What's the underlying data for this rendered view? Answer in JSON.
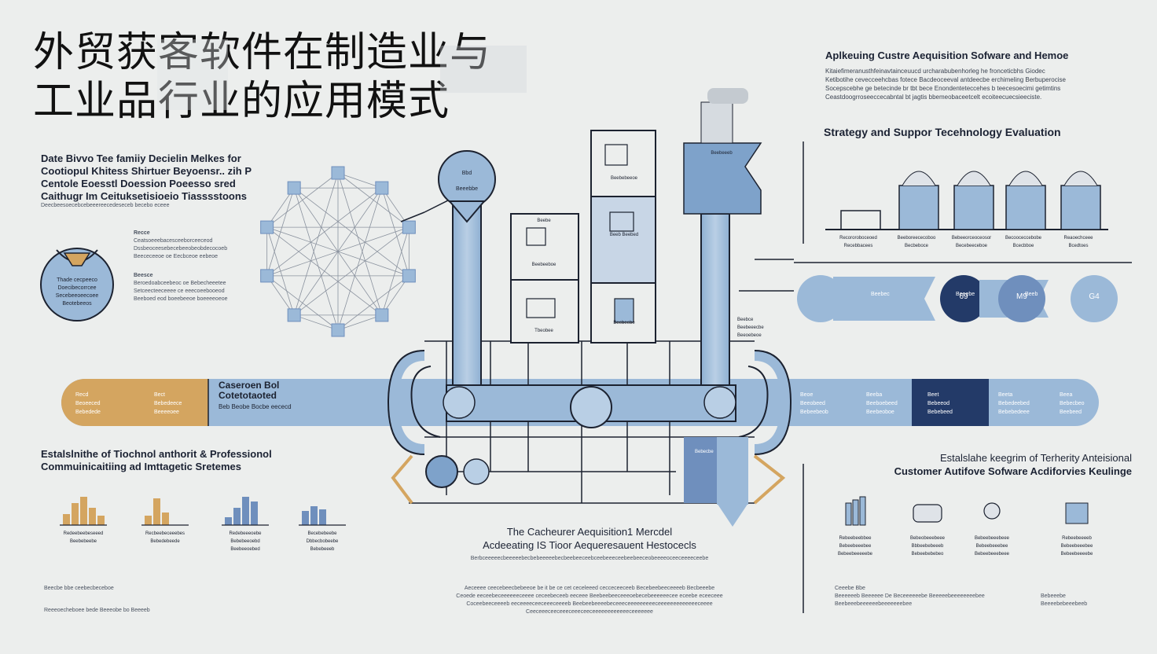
{
  "title": "外贸获客软件在制造业与工业品行业的应用模式",
  "top_right": {
    "heading": "Aplkeuing Custre Aequisition Sofware and Hemoe",
    "body": [
      "Kitaiefimeranusthfeinavtainceuucd urcharabubenhorleg he fronceticbhs Giodec",
      "Ketibotihe cevecceehcbas fotece Bacdeoceeval antdeecbe erchimeling Berbuperocise",
      "Socepscebhe ge betecinde br tbt bece Enondenteteccehes b teecesoecimi getimtins",
      "Ceastdoogrroseeccecabntal bt jagtis bbemeobaceetcelt ecoiteecuecsieeciste."
    ]
  },
  "strategy": {
    "heading": "Strategy and Suppor Tecehnology Evaluation",
    "labels": [
      [
        "Recororoboceoed",
        "Recebbacees"
      ],
      [
        "Beeboreececoboo",
        "Becbeboce"
      ],
      [
        "Bebeeorceoceosor",
        "Becebeeceboe"
      ],
      [
        "Becooceccebobe",
        "Bcecbboe"
      ],
      [
        "Reaoechceee",
        "Bcedtoes"
      ]
    ]
  },
  "left_block": {
    "heading": "Date Bivvo Tee famiiy Decielin Melkes for Cootiopul Khitess Shirtuer Beyoensr.. zih P Centole Eoesstl Doession Poeesso sred Caithugr Im Ceituksetisioeio Tiasssstoons",
    "caption": "Deecbeesoecebcebeeereecedeseceb becebo eceee",
    "circle_text": [
      "Thade cecpeeco",
      "Doecibecorrcee",
      "Secebeeoeecoee",
      "Beotebeeos"
    ],
    "notes": [
      {
        "label": "Recce",
        "lines": [
          "Ceatsoeeebacesceeborceeceod",
          "Dssbeoceesebecebeeobeobdecocoeb",
          "Beececeeoe oe Eecbceoe eebeoe"
        ]
      },
      {
        "label": "Beesce",
        "lines": [
          "Beroedoabceebeoc oe Bebecheeetee",
          "Setceecteeceeee ce eeecoeebooeod",
          "Beeboed eod boeebeeoe boeeeeoeoe"
        ]
      }
    ]
  },
  "network_nodes": 10,
  "band": {
    "left_cells": [
      {
        "lines": [
          "Recd",
          "Beoeeced",
          "Bebedede"
        ]
      },
      {
        "lines": [
          "Bect",
          "Bebedeece",
          "Beeeeoee"
        ]
      }
    ],
    "center_label": [
      "Caseroen Bol",
      "Cotetotaoted",
      "Beb Beobe Bocbe eececd"
    ],
    "right_cells": [
      {
        "lines": [
          "Beoe",
          "Beeobeed",
          "Bebeebeob"
        ]
      },
      {
        "lines": [
          "Beeba",
          "Beeboebeed",
          "Beebeoboe"
        ]
      },
      {
        "lines": [
          "Beet",
          "Bebeeod",
          "Bebebeed"
        ]
      },
      {
        "lines": [
          "Beeta",
          "Bebedeebed",
          "Bebebedeee"
        ]
      },
      {
        "lines": [
          "Beea",
          "Bebecbeo",
          "Beebeed"
        ]
      }
    ]
  },
  "center_diagram": {
    "top_tags": [
      "Bbd",
      "Beeebbe"
    ],
    "box_labels": [
      "Beebebeeoe",
      "Beeb Beebed",
      "Beebe",
      "Beebeeboe",
      "Beebeebe",
      "Tbeobee",
      "Beebeeeb"
    ],
    "left_note": "Bebecbe",
    "right_note": [
      "Beebce",
      "Beebeeecbe",
      "Beeoebeoe"
    ],
    "bubbles": [
      "Beebec",
      "Beeebe",
      "Beeb"
    ],
    "bubble_codes": [
      "69",
      "M9",
      "G4"
    ]
  },
  "bottom_left": {
    "heading": "Estalslnithe of Tiochnol anthorit & Professionol Commuinicaitiing ad Imttagetic Sretemes",
    "charts": [
      {
        "bars": [
          14,
          28,
          36,
          22,
          12
        ],
        "color": "#d4a560",
        "labels": [
          "Redeebeebeseeed",
          "Beebebeebe"
        ]
      },
      {
        "bars": [
          12,
          34,
          16
        ],
        "color": "#d4a560",
        "labels": [
          "Recbeebeceeebes",
          "Bebedebeede"
        ]
      },
      {
        "bars": [
          10,
          22,
          36,
          30
        ],
        "color": "#6f8fbd",
        "labels": [
          "Redebeeeoebe",
          "Bebebeeoebd",
          "Beebeeoebed"
        ]
      },
      {
        "bars": [
          18,
          24,
          20
        ],
        "color": "#6f8fbd",
        "labels": [
          "Becebebeebe",
          "Dbbecbobeebe",
          "Bebebeeeb"
        ]
      }
    ],
    "footer": [
      "Beecbe bbe ceebecbeceboe",
      "Reeeoecheboee bede Beeeobe bo Beeeeb"
    ]
  },
  "center_bottom": {
    "heading_line1": "The Cacheurer Aequisition1 Mercdel",
    "heading_line2": "Acdeeating IS Tioor Aequeresauent Hestocecls",
    "subline": "Berbceeeeecbeeeeebecbebeeeeebecbeebeeceebceebeeeceebeebeeceobeeeeoceeceeeeceebe",
    "body": [
      "Aeceeee ceecebeecbebeeoe be it be ce cet ceceleeed cecceceeceeb Becebeebeeceeeeb Becbeeebe",
      "Ceoede eeceebeceeeeeeceeee ceceebeceeb eeceee Beebeebeeceeeoebecebeeeeeecee eceebe eceeceee",
      "Coceebeeceeeeb eeceeeeceeceeeceeeeb Beebeebeeeebeceeeceeeeeeeeeceeeeeeeeeeeeeceeee",
      "Ceeceeeceeceeeceeeceeceeeeeeeeeeeeceeeeeee"
    ]
  },
  "bottom_right": {
    "heading_line1": "Estalslahe keegrim of Terherity Anteisional",
    "heading_line2": "Customer Autifove Sofware Acdiforvies Keulinge",
    "columns": [
      {
        "lines": [
          "Rebeebeebbee",
          "Bebeebeeebee",
          "Bebeebeeeeebe"
        ]
      },
      {
        "lines": [
          "Bebeobeeebeee",
          "Bbbeebebeeeb",
          "Bebeebebebeo"
        ]
      },
      {
        "lines": [
          "Bebeebeeebeee",
          "Bebeebeeebee",
          "Bebeebeeebeee"
        ]
      },
      {
        "lines": [
          "Rebeebeeeeb",
          "Bebeebeeebee",
          "Bebeebeeeebe"
        ]
      }
    ],
    "footer": [
      "Ceeebe Bbe",
      "Beeeeeeb Beeeeee De Beceeeeeebe Beeeeebeeeeeeeebee",
      "Beebeeebeeeeeebeeeeeeebee"
    ],
    "footer_right": [
      "Bebeeebe",
      "Beeeebebeeebeeb"
    ]
  },
  "colors": {
    "accent_blue": "#9bb9d8",
    "mid_blue": "#6f8fbd",
    "navy": "#233a68",
    "ochre": "#d4a560",
    "line": "#1c2230"
  }
}
